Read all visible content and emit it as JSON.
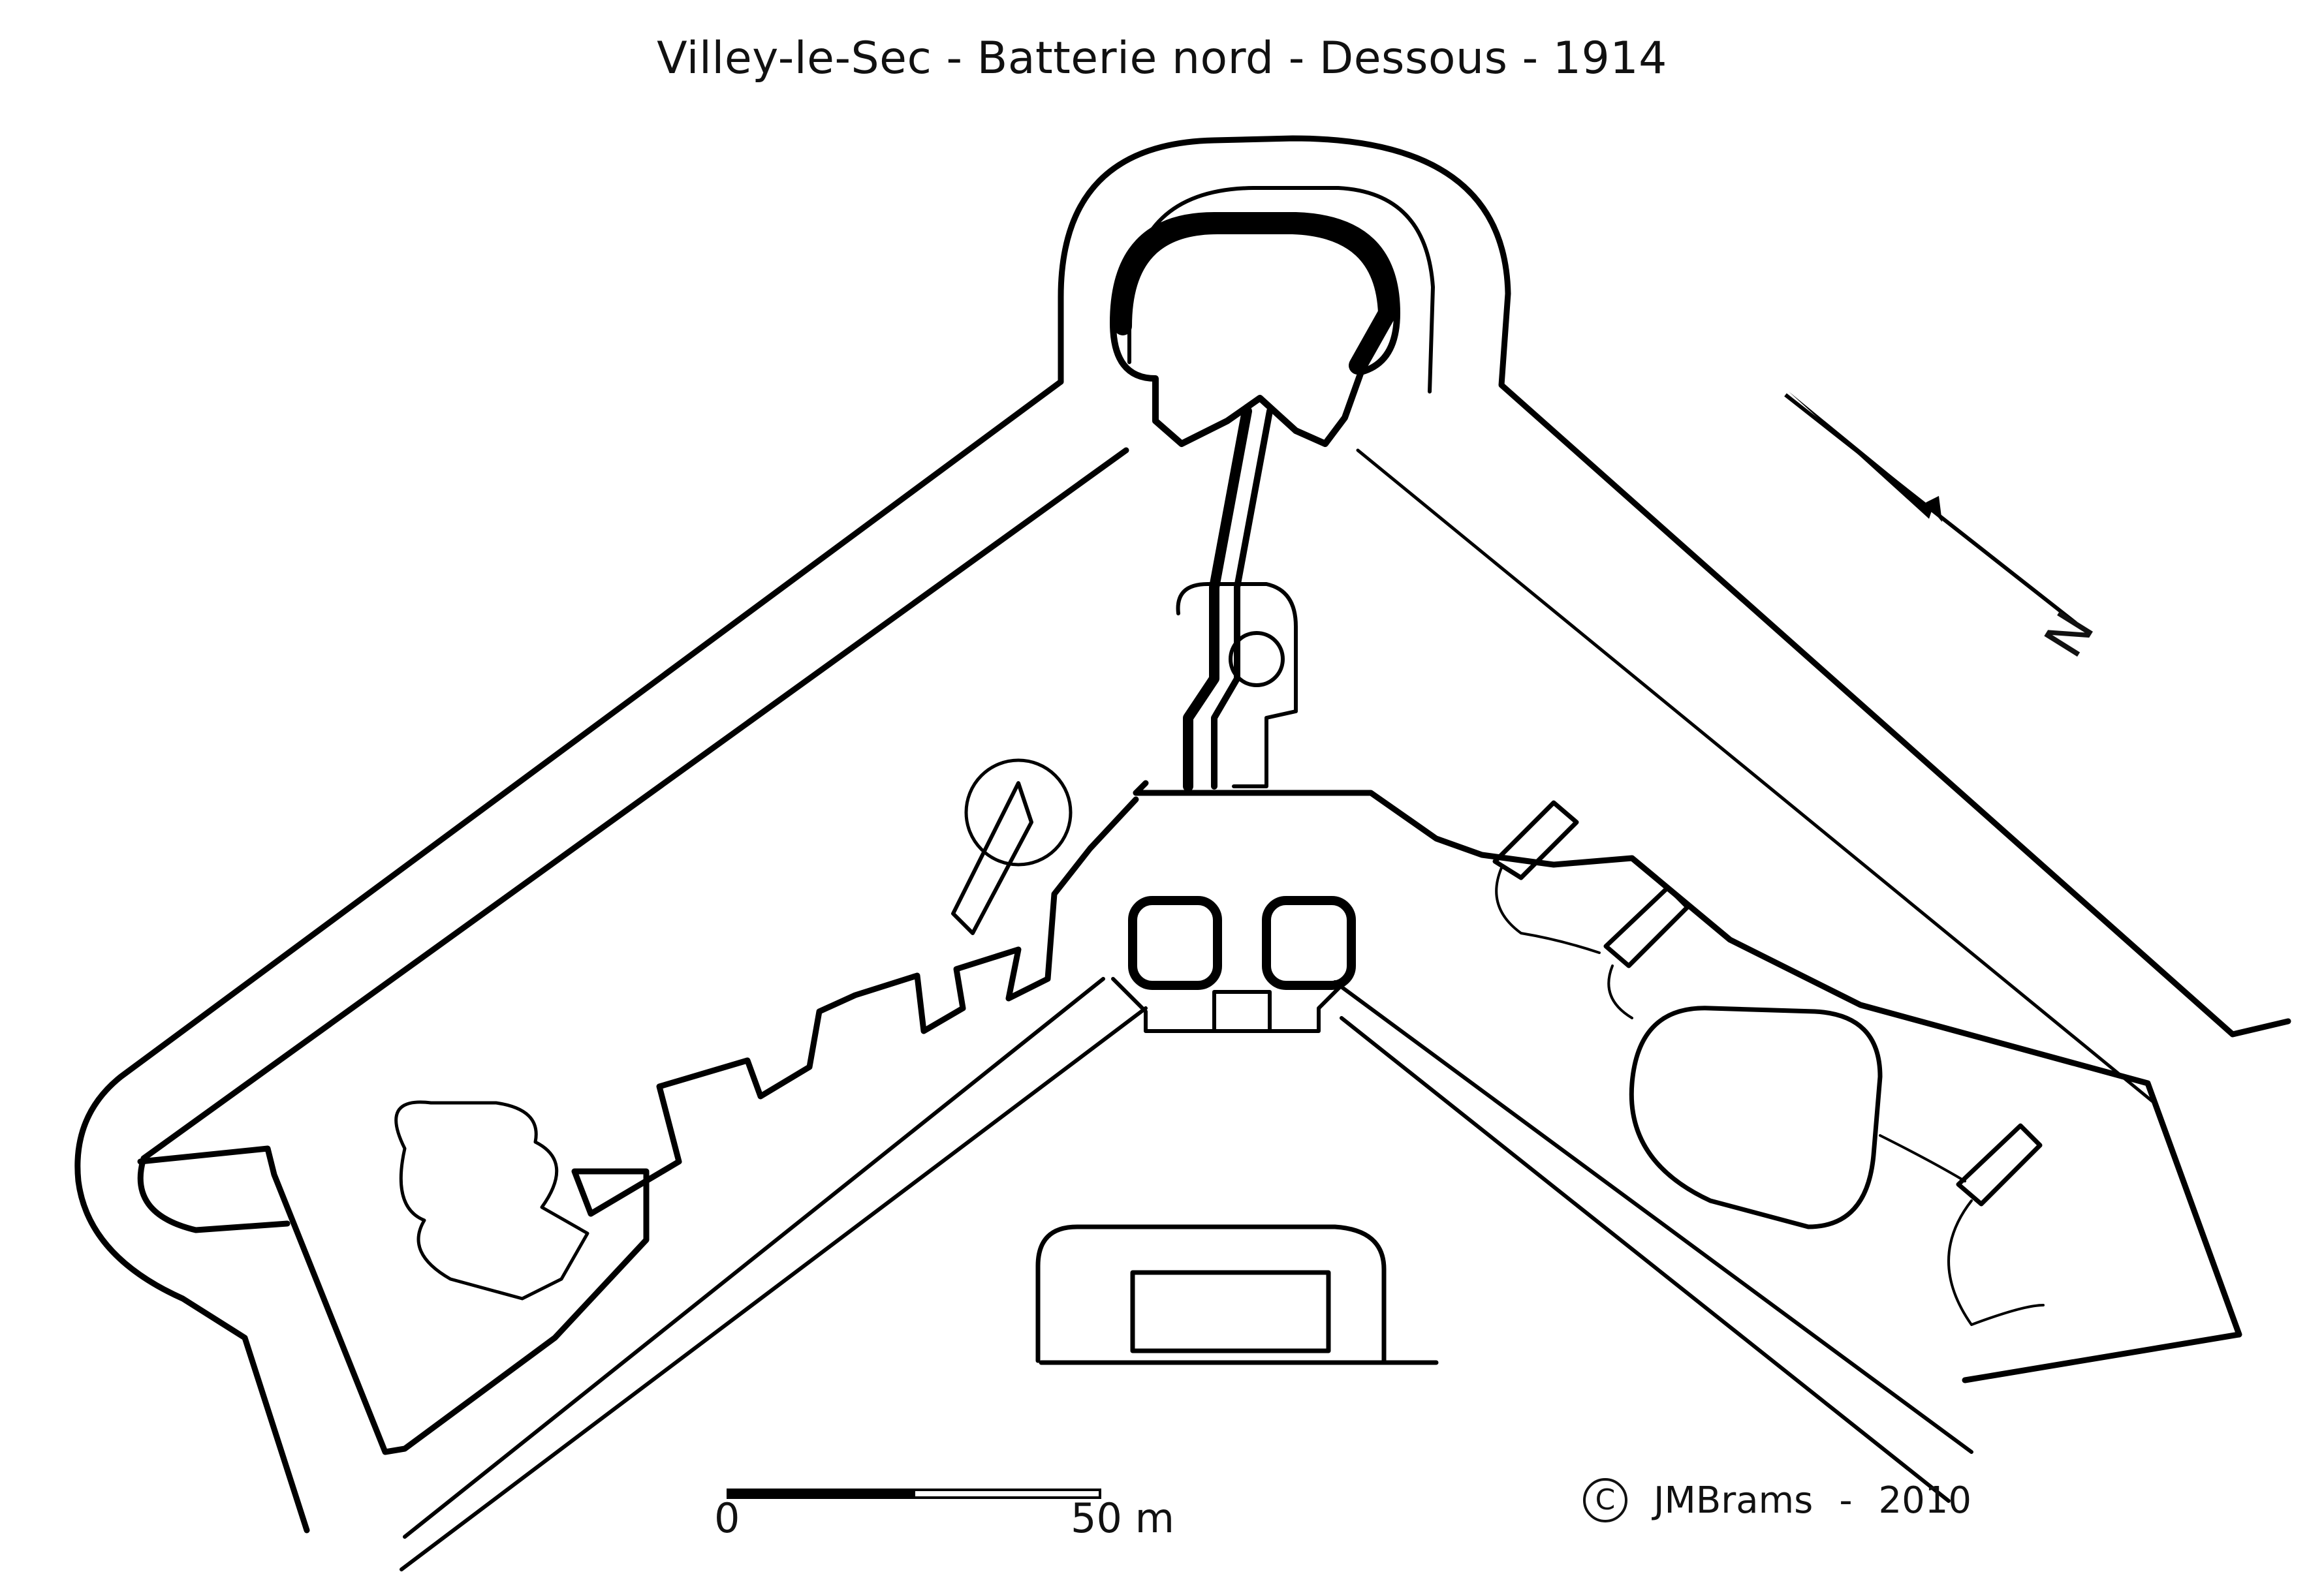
{
  "title": "Villey-le-Sec - Batterie nord - Dessous - 1914",
  "north_label": "N",
  "scale": {
    "start_label": "0",
    "end_label": "50 m"
  },
  "credit": {
    "symbol": "C",
    "author": "JMBrams",
    "year": "2010"
  }
}
